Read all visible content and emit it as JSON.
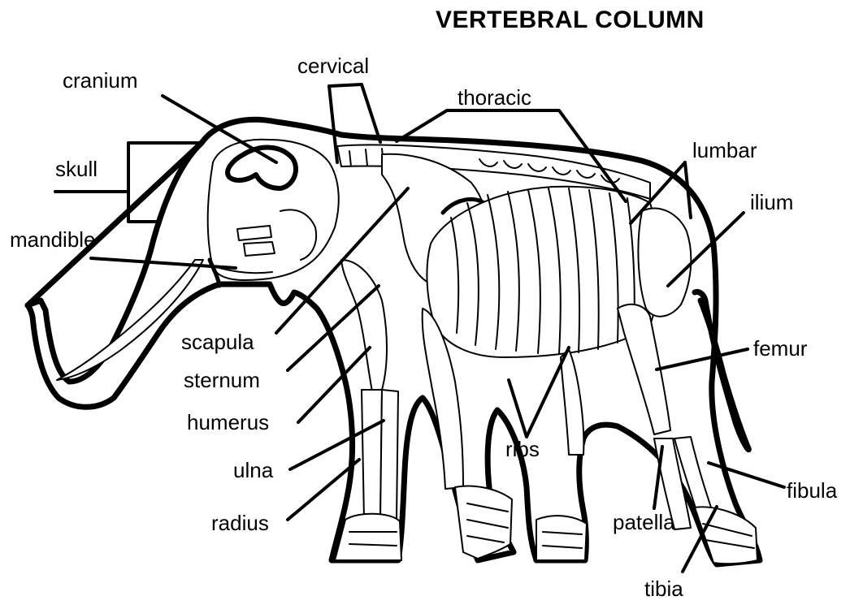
{
  "diagram": {
    "title": "VERTEBRAL COLUMN",
    "labels": {
      "cervical": "cervical",
      "cranium": "cranium",
      "thoracic": "thoracic",
      "lumbar": "lumbar",
      "skull": "skull",
      "ilium": "ilium",
      "mandible": "mandible",
      "scapula": "scapula",
      "femur": "femur",
      "sternum": "sternum",
      "humerus": "humerus",
      "ribs": "ribs",
      "ulna": "ulna",
      "fibula": "fibula",
      "radius": "radius",
      "patella": "patella",
      "tibia": "tibia"
    },
    "colors": {
      "ink": "#000000",
      "background": "#ffffff"
    }
  }
}
